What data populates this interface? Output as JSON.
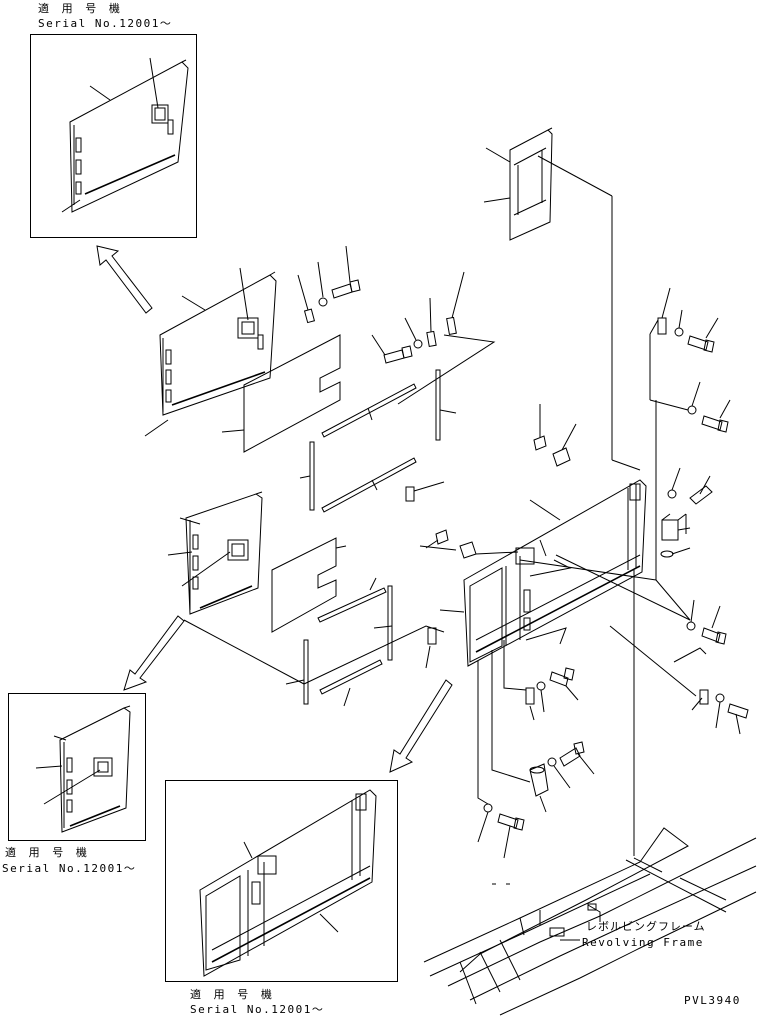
{
  "diagram": {
    "applicability_top": {
      "jp": "適 用 号 機",
      "serial": "Serial No.12001～"
    },
    "applicability_left": {
      "jp": "適 用 号 機",
      "serial": "Serial No.12001～"
    },
    "applicability_bottom": {
      "jp": "適 用 号 機",
      "serial": "Serial No.12001～"
    },
    "frame_label": {
      "jp": "レボルビングフレーム",
      "en": "Revolving Frame"
    },
    "drawing_code": "PVL3940"
  }
}
